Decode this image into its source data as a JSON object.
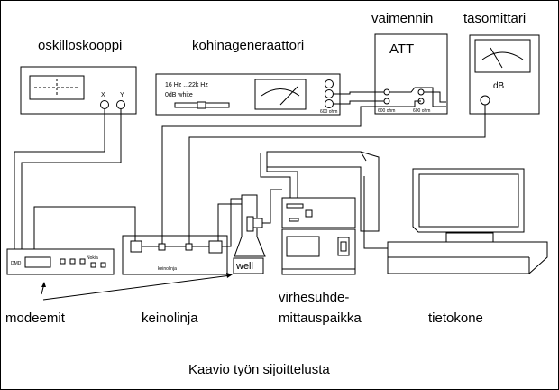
{
  "labels": {
    "oscilloscope": "oskilloskooppi",
    "noise_generator": "kohinageneraattori",
    "attenuator": "vaimennin",
    "level_meter": "tasomittari",
    "modems": "modeemit",
    "slot_line": "keinolinja",
    "ber_station_line1": "virhesuhde-",
    "ber_station_line2": "mittauspaikka",
    "computer": "tietokone",
    "caption": "Kaavio työn sijoittelusta"
  },
  "oscilloscope": {
    "x_label": "X",
    "y_label": "Y"
  },
  "noise_gen": {
    "freq_range": "16 Hz ...22k Hz",
    "mode": "0dB  white",
    "impedance": "600 ohm"
  },
  "att": {
    "title": "ATT",
    "port_left": "600 ohm",
    "port_right": "600 ohm"
  },
  "meter": {
    "unit": "dB"
  },
  "modem": {
    "brand": "Nokia",
    "model_tag": "DMD"
  },
  "line": {
    "tag": "keinolinja",
    "well_label": "well"
  }
}
